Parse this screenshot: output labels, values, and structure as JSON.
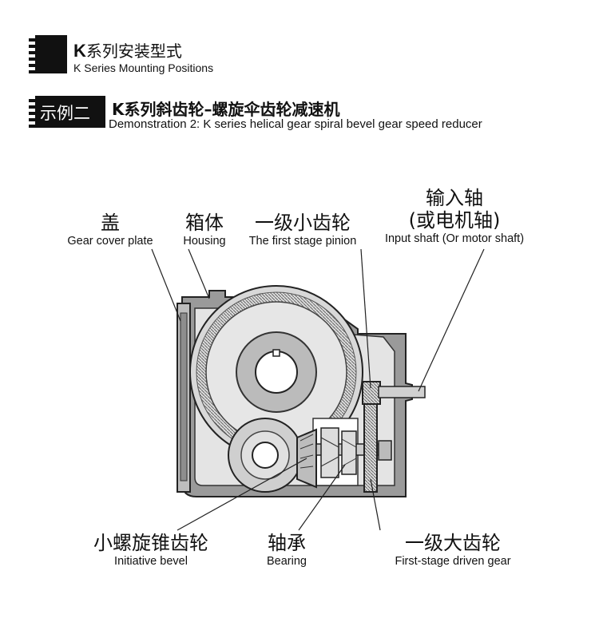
{
  "header1": {
    "title_prefix": "K",
    "title_rest": "系列安装型式",
    "subtitle": "K Series Mounting Positions"
  },
  "header2": {
    "badge": "示例二",
    "title": "K系列斜齿轮–螺旋伞齿轮减速机",
    "subtitle": "Demonstration 2:  K series helical gear spiral bevel gear speed reducer"
  },
  "labels": {
    "cover": {
      "cn": "盖",
      "en": "Gear cover plate"
    },
    "housing": {
      "cn": "箱体",
      "en": "Housing"
    },
    "pinion": {
      "cn": "一级小齿轮",
      "en": "The first stage pinion"
    },
    "input": {
      "cn1": "输入轴",
      "cn2": "(或电机轴)",
      "en": "Input shaft (Or motor shaft)"
    },
    "bevel": {
      "cn": "小螺旋锥齿轮",
      "en": "Initiative bevel"
    },
    "bearing": {
      "cn": "轴承",
      "en": "Bearing"
    },
    "driven": {
      "cn": "一级大齿轮",
      "en": "First-stage driven gear"
    }
  }
}
